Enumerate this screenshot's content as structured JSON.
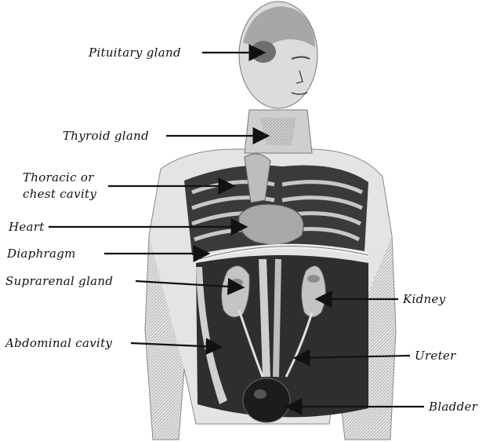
{
  "labels": {
    "pituitary": "Pituitary gland",
    "thyroid": "Thyroid gland",
    "thoracic_1": "Thoracic or",
    "thoracic_2": "chest cavity",
    "heart": "Heart",
    "diaphragm": "Diaphragm",
    "suprarenal": "Suprarenal gland",
    "abdominal": "Abdominal cavity",
    "kidney": "Kidney",
    "ureter": "Ureter",
    "bladder": "Bladder"
  },
  "colors": {
    "ink": "#111111",
    "skin": "#d8d8d8",
    "shade": "#8a8a8a",
    "dark": "#2a2a2a"
  }
}
